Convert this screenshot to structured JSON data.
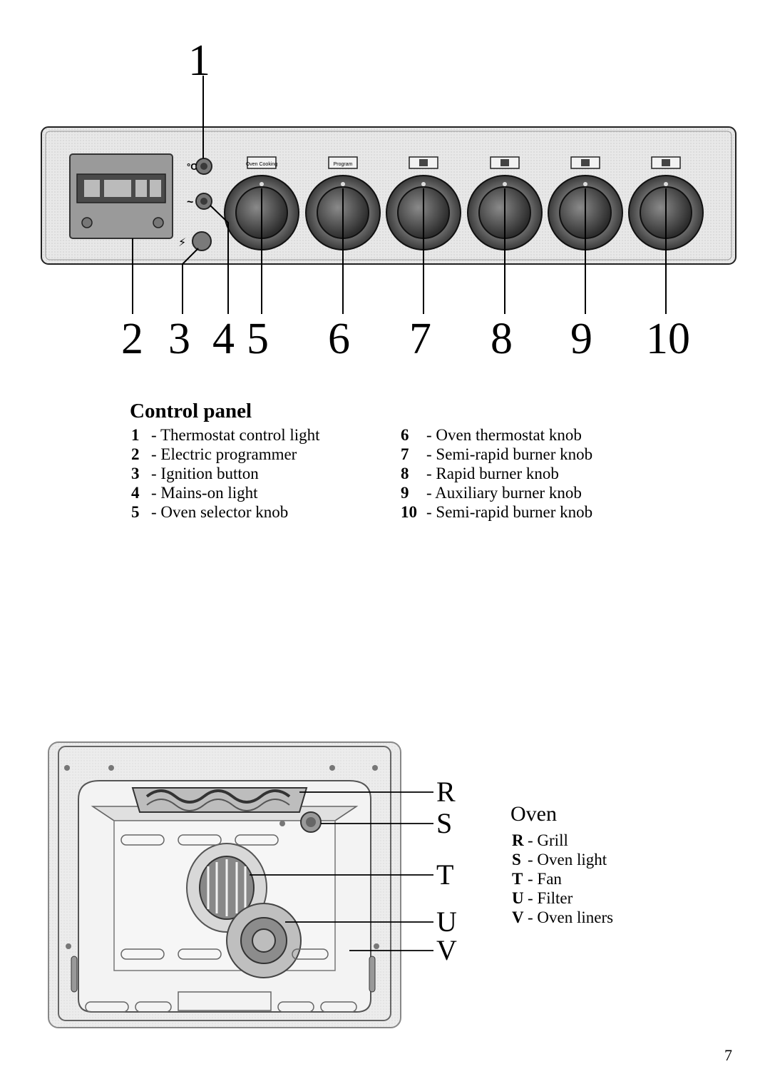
{
  "control_panel": {
    "callouts": [
      "1",
      "2",
      "3",
      "4",
      "5",
      "6",
      "7",
      "8",
      "9",
      "10"
    ],
    "indicator_symbols": [
      "°C",
      "~",
      "⚡"
    ],
    "knob_labels": [
      "Oven Cooking",
      "Program",
      "",
      "",
      "",
      ""
    ],
    "title": "Control panel",
    "items_left": [
      {
        "num": "1",
        "label": "- Thermostat control light"
      },
      {
        "num": "2",
        "label": "- Electric programmer"
      },
      {
        "num": "3",
        "label": "- Ignition button"
      },
      {
        "num": "4",
        "label": "- Mains-on light"
      },
      {
        "num": "5",
        "label": "- Oven selector knob"
      }
    ],
    "items_right": [
      {
        "num": "6",
        "label": "- Oven thermostat knob"
      },
      {
        "num": "7",
        "label": "- Semi-rapid burner knob"
      },
      {
        "num": "8",
        "label": "- Rapid burner knob"
      },
      {
        "num": "9",
        "label": "- Auxiliary burner knob"
      },
      {
        "num": "10",
        "label": "- Semi-rapid burner knob"
      }
    ]
  },
  "oven": {
    "callouts": [
      "R",
      "S",
      "T",
      "U",
      "V"
    ],
    "title": "Oven",
    "items": [
      {
        "letter": "R",
        "label": "- Grill"
      },
      {
        "letter": "S",
        "label": "- Oven light"
      },
      {
        "letter": "T",
        "label": "- Fan"
      },
      {
        "letter": "U",
        "label": "- Filter"
      },
      {
        "letter": "V",
        "label": "- Oven liners"
      }
    ]
  },
  "page_number": "7",
  "colors": {
    "panel": "#e2e2e2",
    "knob": "#6e6e6e",
    "line": "#000000"
  }
}
